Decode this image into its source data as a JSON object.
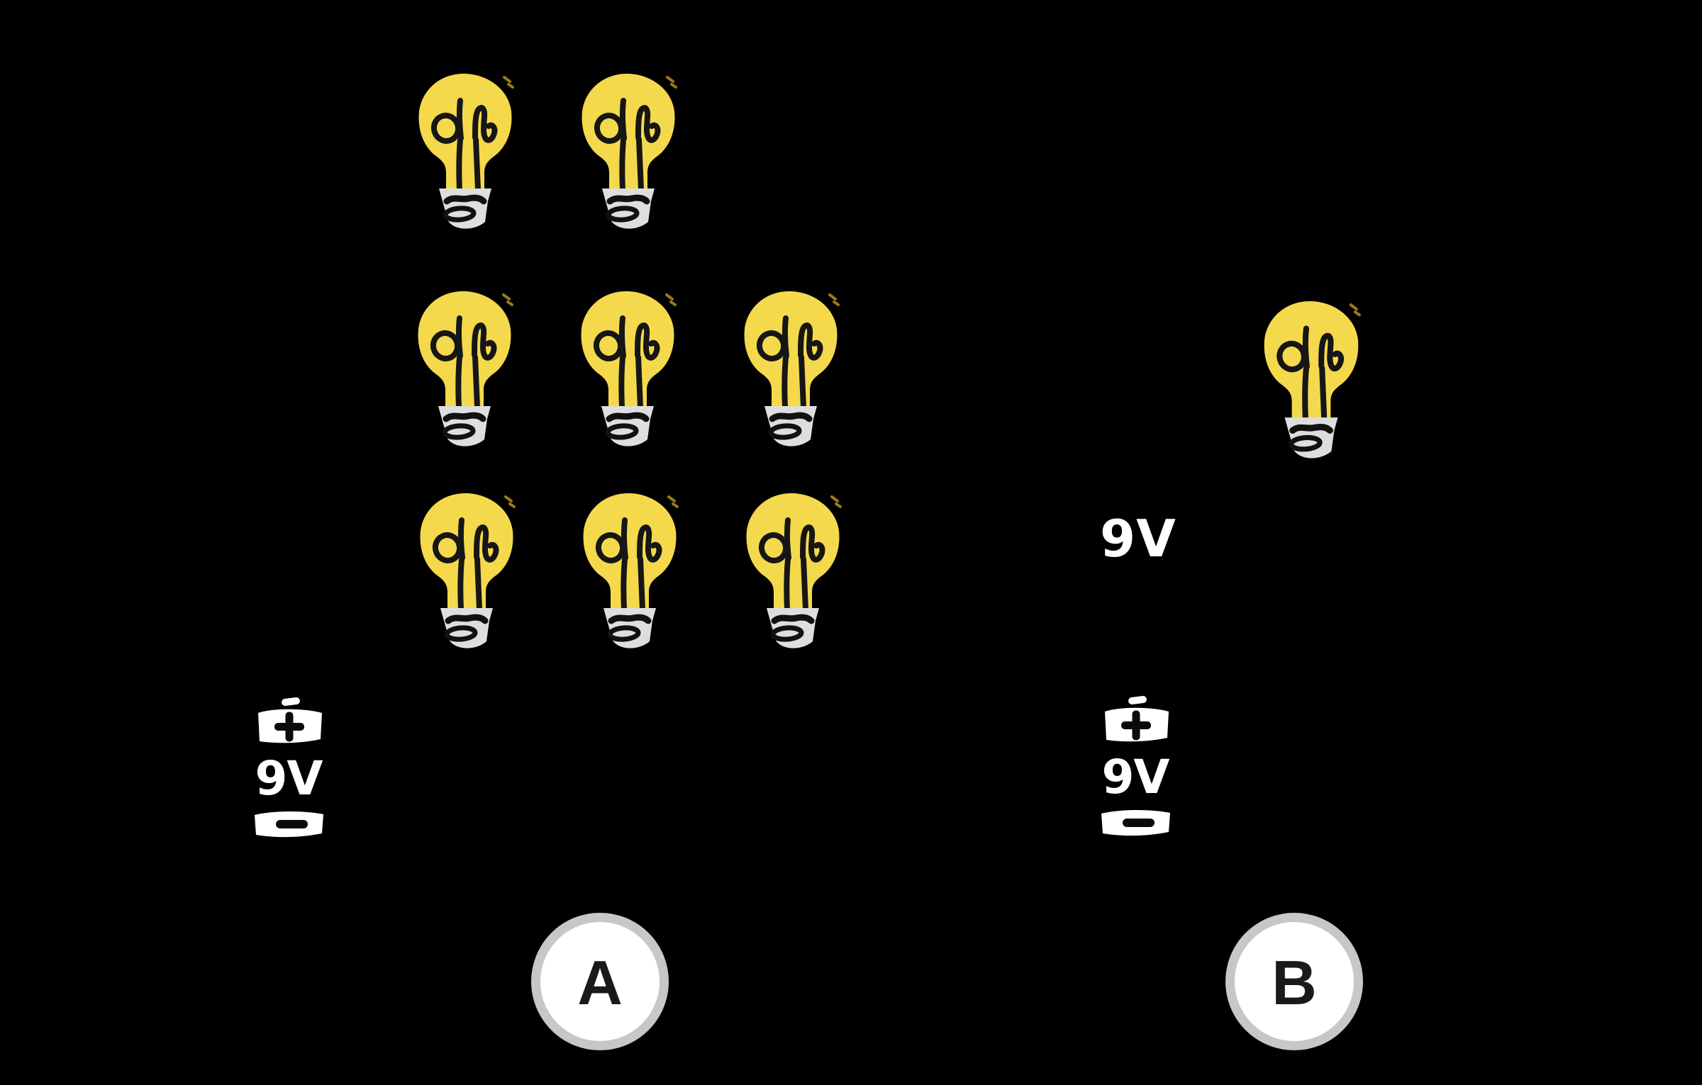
{
  "scene": {
    "background": "#000000",
    "description": "Hand-drawn diagram comparing two 9V battery circuits: circuit A with eight lit bulbs (rows of 2, 3 and 3) and circuit B with a single lit bulb"
  },
  "palette": {
    "background": "#000000",
    "bulb_yellow": "#F5D94C",
    "filament_black": "#161616",
    "base_gray": "#DEDEDE",
    "base_detail_black": "#111111",
    "battery_white": "#FFFFFF",
    "terminal_black": "#0A0A0A",
    "node_ring_gray": "#C7C7C7",
    "node_fill_white": "#FFFFFF",
    "node_letter_black": "#1A1A1A",
    "label_white": "#FFFFFF",
    "sparkle_gold": "#9A7A1C"
  },
  "circuit_a": {
    "node_label": "A",
    "bulb_count": 8,
    "bulb_rows": [
      2,
      3,
      3
    ],
    "battery": {
      "label": "9V",
      "positive_symbol": "+",
      "negative_symbol": "−",
      "top_terminal_symbol": "−"
    }
  },
  "circuit_b": {
    "node_label": "B",
    "bulb_count": 1,
    "wire_label": "9V",
    "battery": {
      "label": "9V",
      "positive_symbol": "+",
      "negative_symbol": "−",
      "top_terminal_symbol": "−"
    }
  }
}
